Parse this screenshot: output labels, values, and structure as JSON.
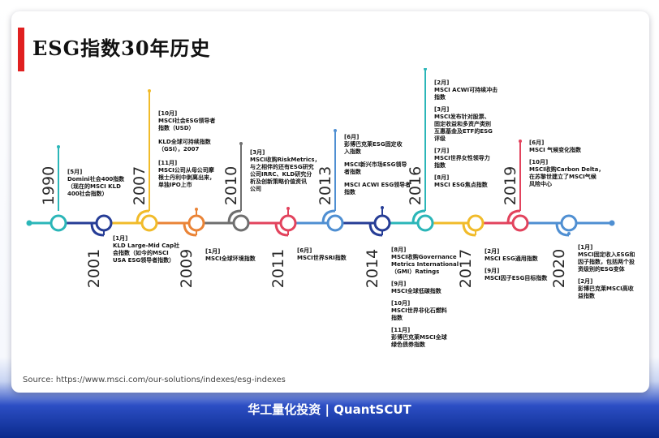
{
  "title": "ESG指数30年历史",
  "source": "Source: https://www.msci.com/our-solutions/indexes/esg-indexes",
  "footer": "华工量化投资 | QuantSCUT",
  "colors": {
    "teal": "#2bb6b8",
    "navy": "#263d96",
    "yellow": "#f1bb2a",
    "orange": "#ea8437",
    "gray": "#6f6f6f",
    "red": "#e2435d",
    "blue": "#4f8fd2",
    "accent_red": "#e02020"
  },
  "milestones": [
    {
      "year": "1990",
      "side": "up",
      "color": "teal",
      "events": [
        "[5月]\nDomini社会400指数\n（现在的MSCI KLD\n400社会指数）"
      ]
    },
    {
      "year": "2001",
      "side": "down",
      "color": "navy",
      "events": [
        "[1月]\nKLD Large-Mid Cap社\n会指数（如今的MSCI\nUSA ESG领导者指数）"
      ]
    },
    {
      "year": "2007",
      "side": "up",
      "color": "yellow",
      "events": [
        "[10月]\nMSCI社会ESG领导者\n指数（USD）",
        "KLD全球可持续指数\n（GSI），2007",
        "[11月]\nMSCI公司从母公司摩\n根士丹利中剥离出来，\n单独IPO上市"
      ]
    },
    {
      "year": "2009",
      "side": "down",
      "color": "orange",
      "events": [
        "[1月]\nMSCI全球环境指数"
      ]
    },
    {
      "year": "2010",
      "side": "up",
      "color": "gray",
      "events": [
        "[3月]\nMSCI收购RiskMetrics，\n与之相伴的还有ESG研究\n公司IRRC、KLD研究分\n析及创新策略价值资讯\n公司"
      ]
    },
    {
      "year": "2011",
      "side": "down",
      "color": "red",
      "events": [
        "[6月]\nMSCI世界SRI指数"
      ]
    },
    {
      "year": "2013",
      "side": "up",
      "color": "blue",
      "events": [
        "[6月]\n彭博巴克莱ESG固定收\n入指数",
        "MSCI新兴市场ESG领导\n者指数",
        "MSCI ACWI ESG领导者\n指数"
      ]
    },
    {
      "year": "2014",
      "side": "down",
      "color": "navy",
      "events": [
        "[8月]\nMSCI收购Governance\nMetrics International\n（GMI）Ratings",
        "[9月]\nMSCI全球低碳指数",
        "[10月]\nMSCI世界非化石燃料\n指数",
        "[11月]\n彭博巴克莱MSCI全球\n绿色债券指数"
      ]
    },
    {
      "year": "2016",
      "side": "up",
      "color": "teal",
      "events": [
        "[2月]\nMSCI ACWI可持续冲击\n指数",
        "[3月]\nMSCI发布针对股票、\n固定收益和多资产类别\n互惠基金及ETF的ESG\n评级",
        "[7月]\nMSCI世界女性领导力\n指数",
        "[8月]\nMSCI ESG焦点指数"
      ]
    },
    {
      "year": "2017",
      "side": "down",
      "color": "yellow",
      "events": [
        "[2月]\nMSCI ESG通用指数",
        "[9月]\nMSCI因子ESG目标指数"
      ]
    },
    {
      "year": "2019",
      "side": "up",
      "color": "red",
      "events": [
        "[6月]\nMSCI 气候变化指数",
        "[10月]\nMSCI收购Carbon Delta，\n在苏黎世建立了MSCI气候\n风险中心"
      ]
    },
    {
      "year": "2020",
      "side": "down",
      "color": "blue",
      "events": [
        "[1月]\nMSCI固定收入ESG和\n因子指数，包括两个投\n资级别的ESG变体",
        "[2月]\n彭博巴克莱MSCI高收\n益指数"
      ]
    }
  ]
}
